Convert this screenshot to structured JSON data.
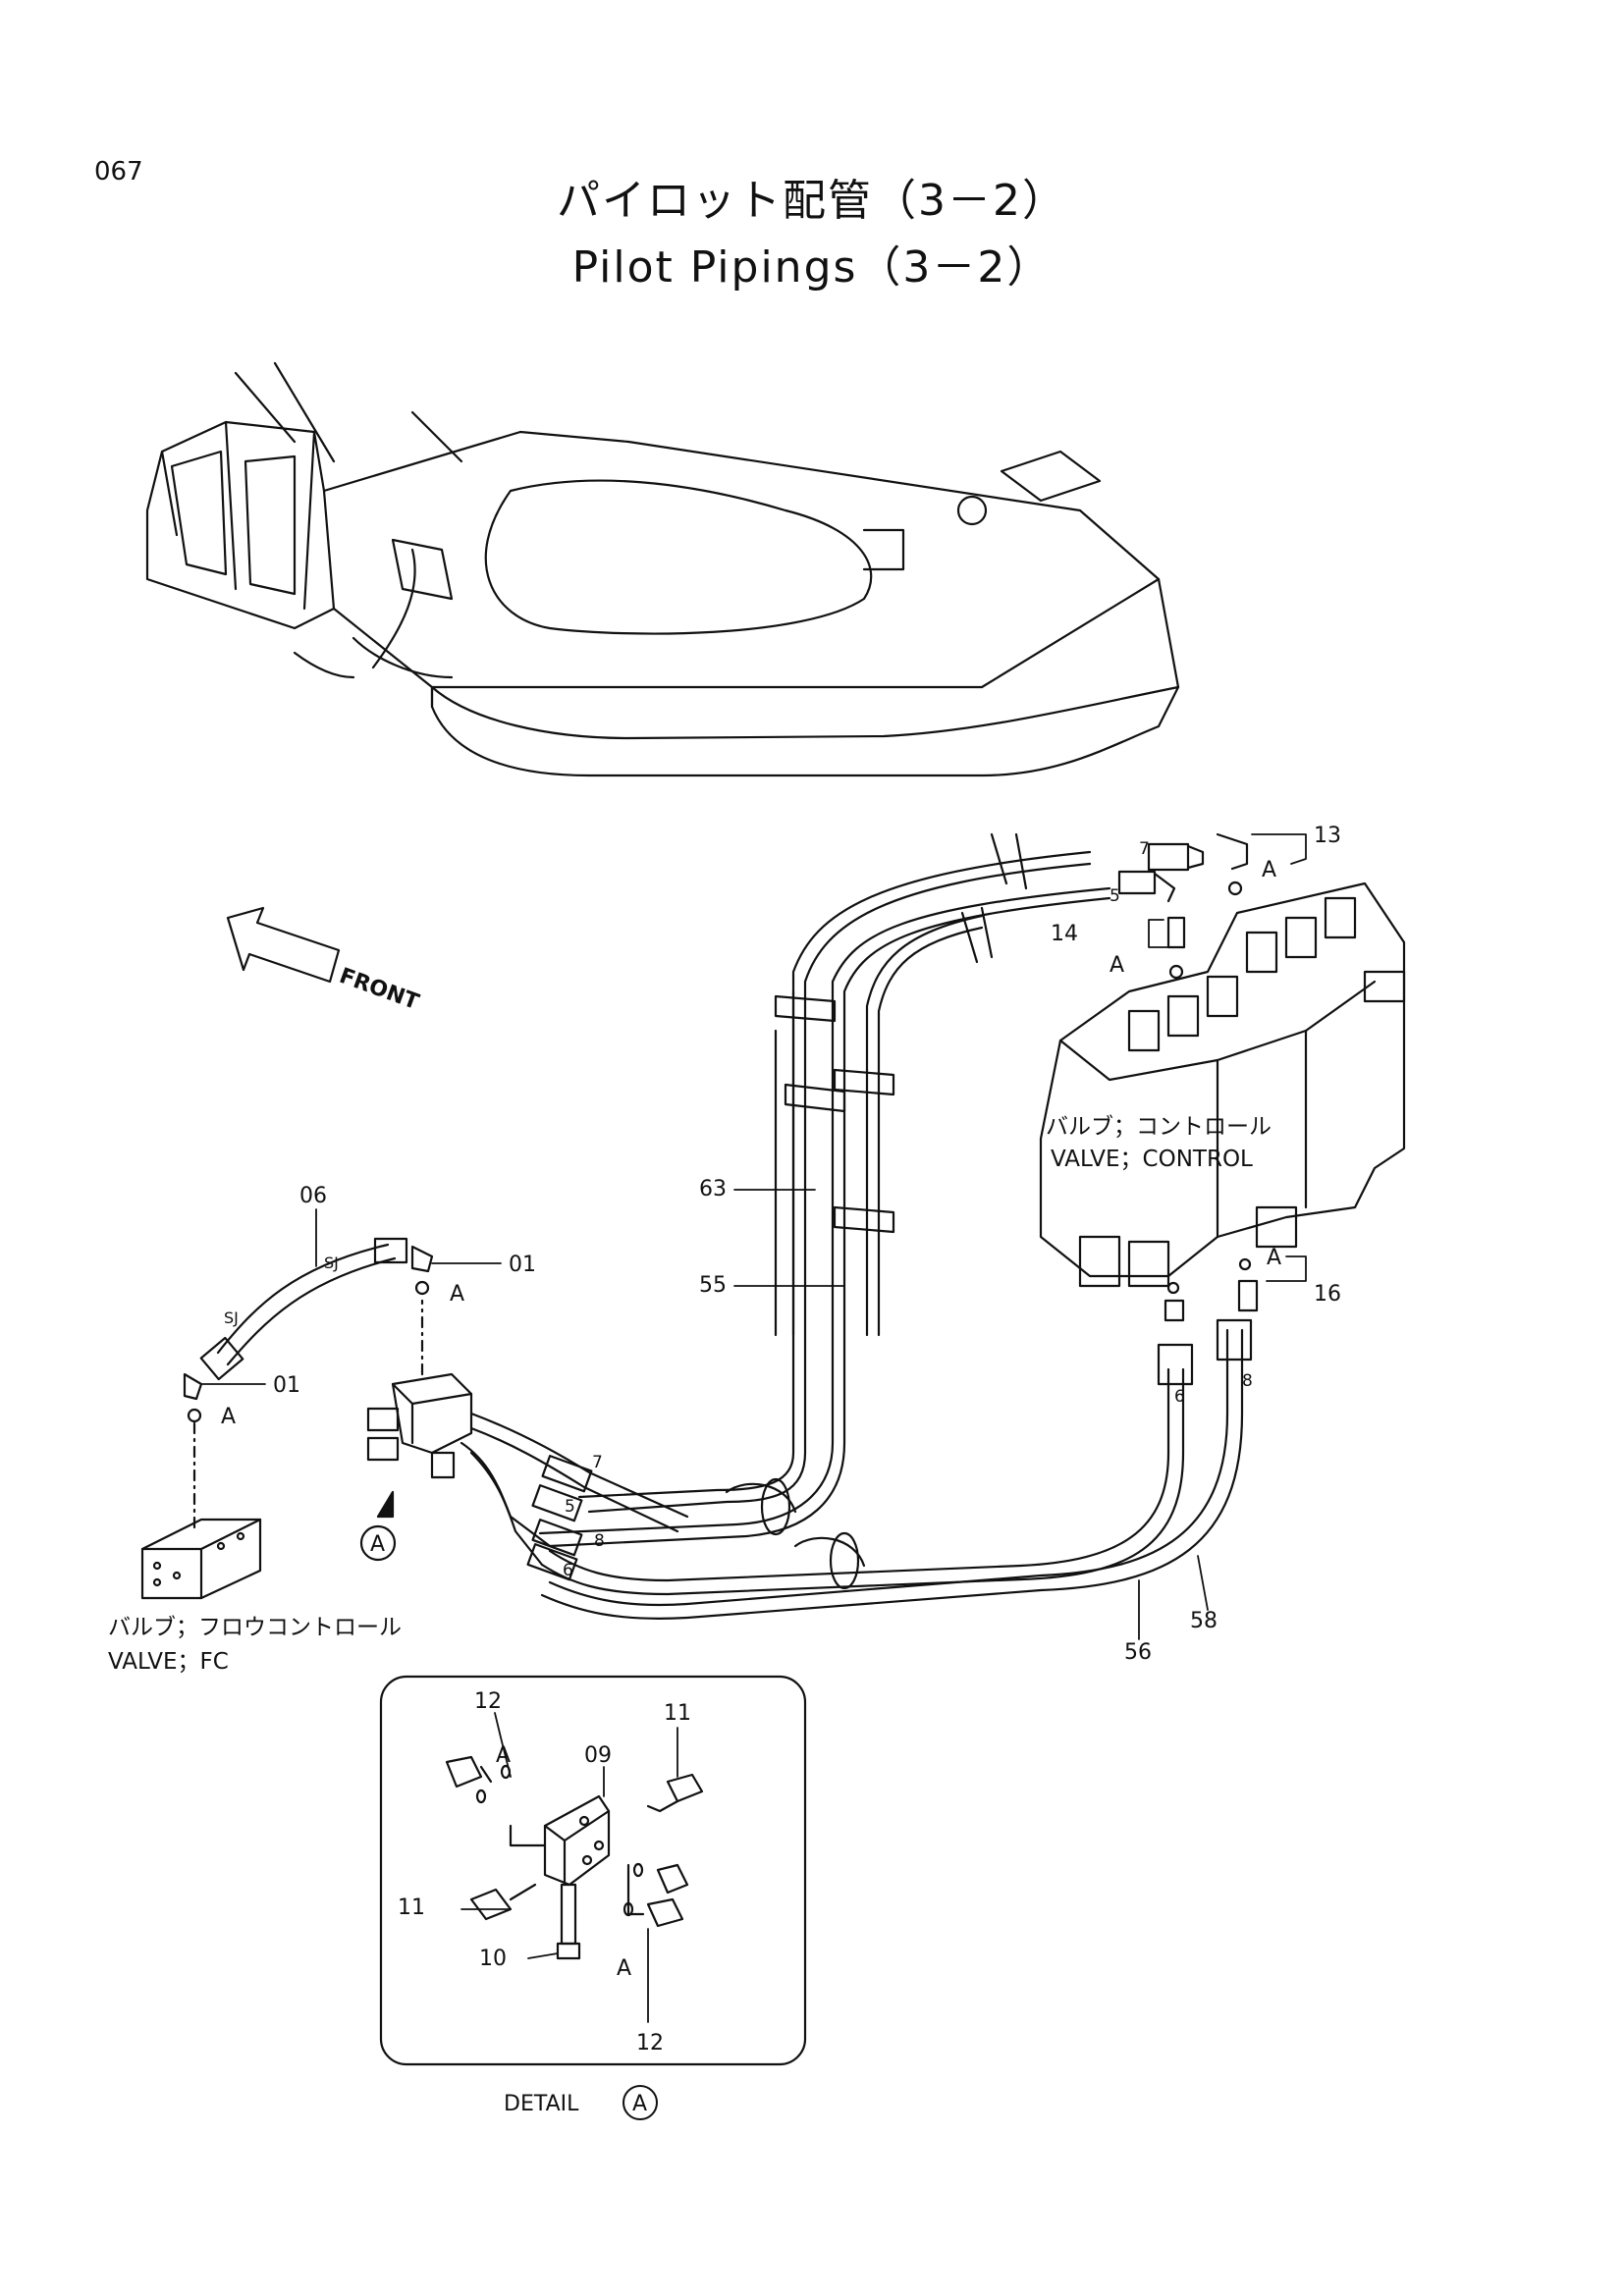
{
  "page_number": "067",
  "title_jp": "パイロット配管（3－2）",
  "title_en": "Pilot Pipings（3－2）",
  "front_label": "FRONT",
  "valve_control": {
    "jp": "バルブ；コントロール",
    "en": "VALVE；CONTROL"
  },
  "valve_fc": {
    "jp": "バルブ；フロウコントロール",
    "en": "VALVE；FC"
  },
  "detail": {
    "caption": "DETAIL",
    "marker": "A"
  },
  "callouts": {
    "p01": "01",
    "p06": "06",
    "p09": "09",
    "p10": "10",
    "p11": "11",
    "p12": "12",
    "p13": "13",
    "p14": "14",
    "p16": "16",
    "p55": "55",
    "p56": "56",
    "p58": "58",
    "p63": "63",
    "sj": "SJ",
    "a": "A",
    "h5": "5",
    "h6": "6",
    "h7": "7",
    "h8": "8"
  }
}
